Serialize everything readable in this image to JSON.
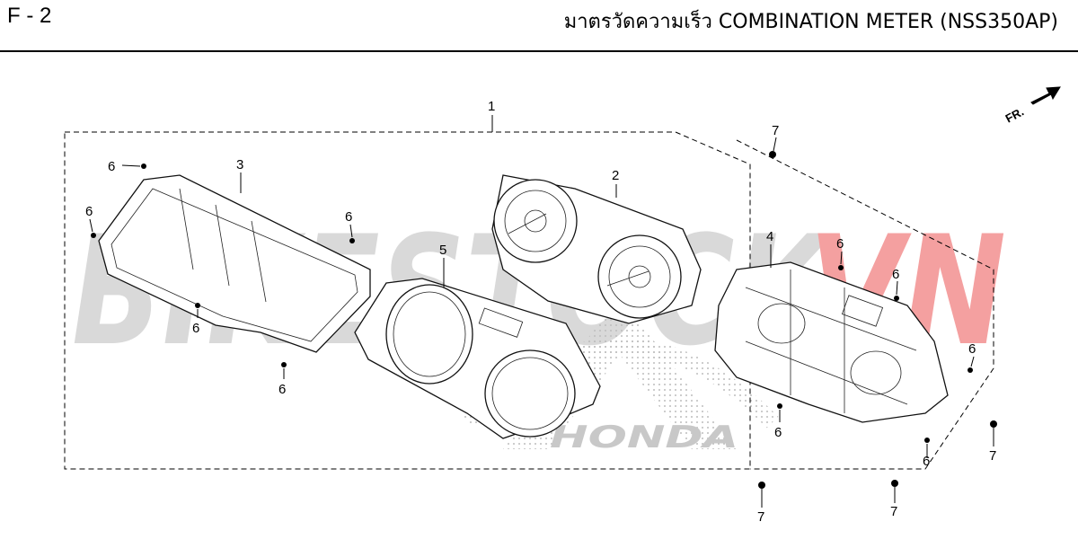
{
  "header": {
    "code": "F - 2",
    "title": "มาตรวัดความเร็ว  COMBINATION METER (NSS350AP)"
  },
  "watermark": {
    "text_gray": "BIKESTOCK",
    "text_red": "VN",
    "brand_text": "HONDA",
    "color_gray": "#d9d9d9",
    "color_red": "#f4a0a0"
  },
  "direction_marker": {
    "label": "FR."
  },
  "callouts": {
    "c1": "1",
    "c2": "2",
    "c3": "3",
    "c4": "4",
    "c5": "5",
    "c6a": "6",
    "c6b": "6",
    "c6c": "6",
    "c6d": "6",
    "c6e": "6",
    "c6f": "6",
    "c6g": "6",
    "c6h": "6",
    "c6i": "6",
    "c6j": "6",
    "c7a": "7",
    "c7b": "7",
    "c7c": "7",
    "c7d": "7"
  }
}
